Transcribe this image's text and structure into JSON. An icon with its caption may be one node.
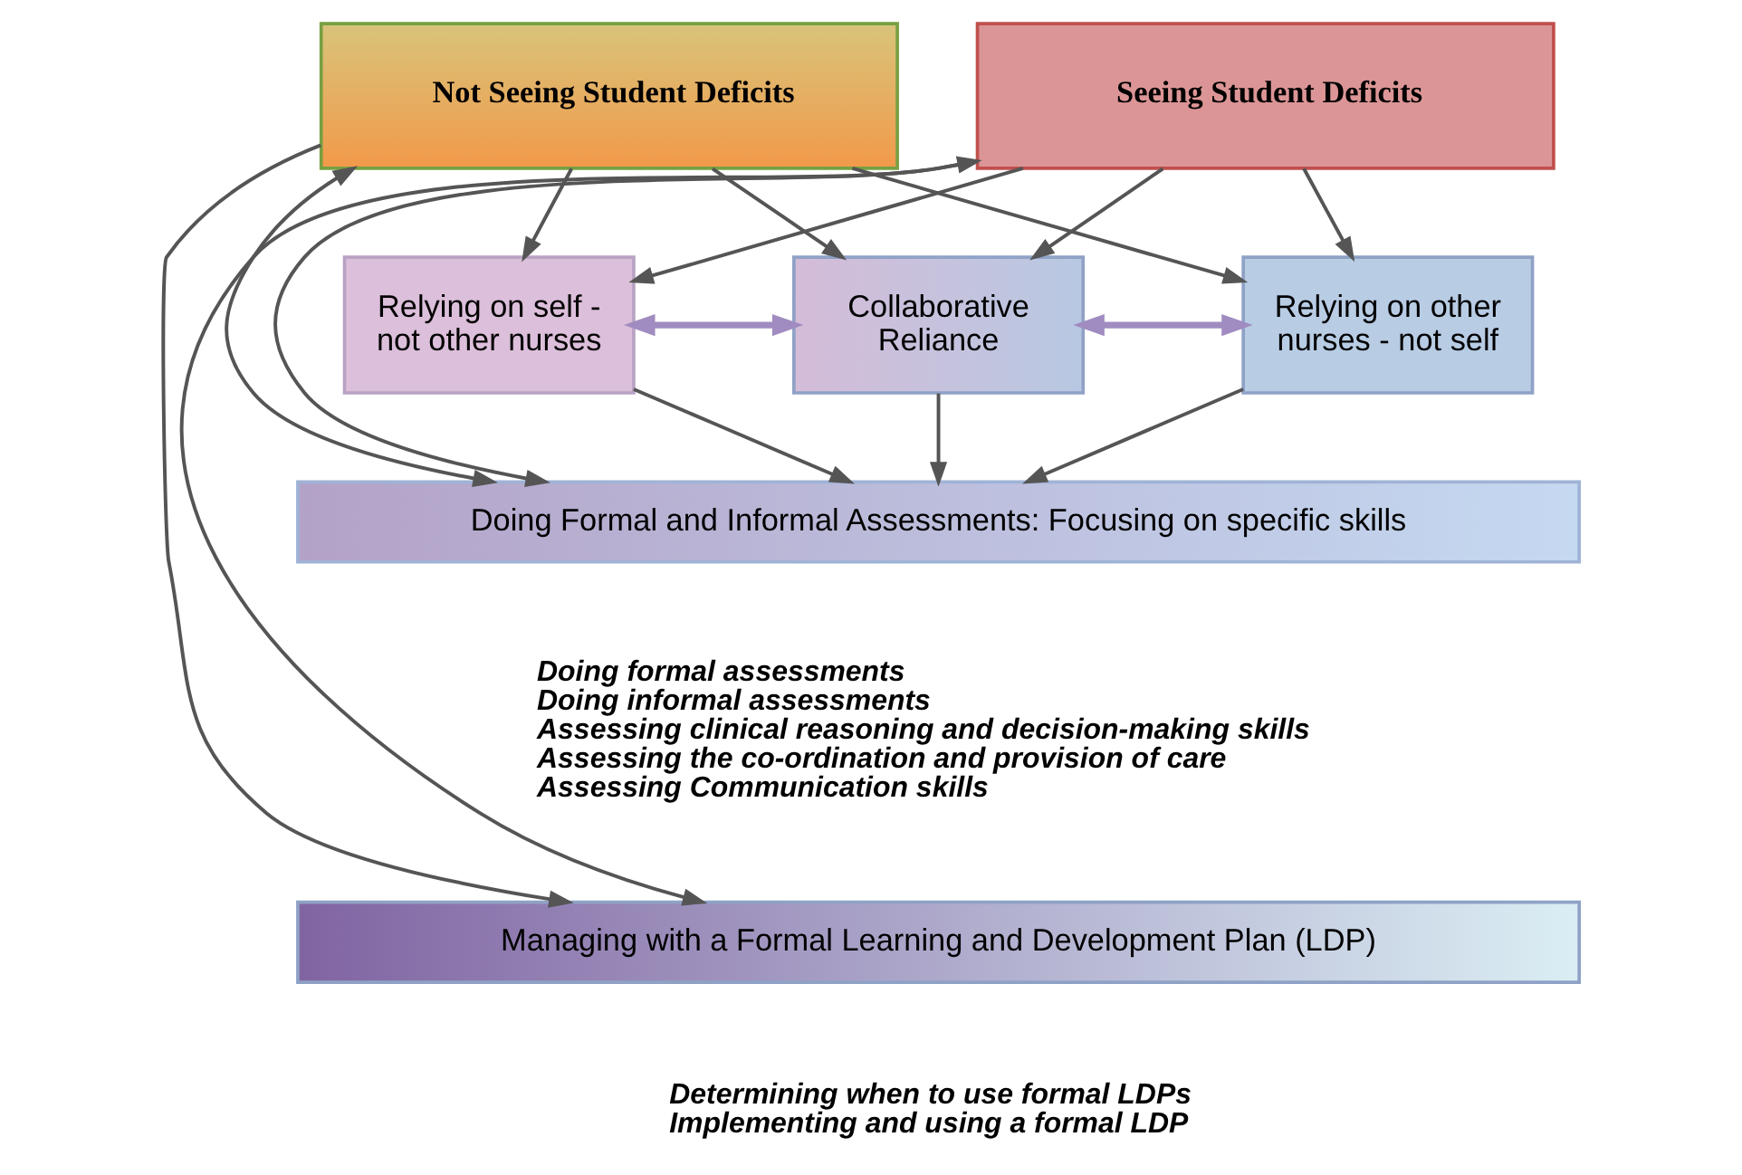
{
  "diagram": {
    "nodes": [
      {
        "text": [
          "Not Seeing Student Deficits"
        ]
      },
      {
        "text": [
          "Seeing Student Deficits"
        ]
      },
      {
        "text": [
          "Relying on self - not other nurses"
        ]
      },
      {
        "text": [
          "Collaborative Reliance"
        ]
      },
      {
        "text": [
          "Relying on other nurses - not self"
        ]
      },
      {
        "text": [
          "Doing Formal and Informal Assessments: Focusing on specific skills"
        ],
        "beside": [
          "Doing formal assessments",
          "Doing informal assessments",
          "Assessing clinical reasoning and decision-making skills",
          "Assessing the co-ordination and provision of care",
          "Assessing Communication skills"
        ]
      },
      {
        "text": [
          "Managing with a Formal Learning and Development Plan (LDP)"
        ],
        "beside": [
          "Determining when to use formal LDPs",
          "Implementing and using a formal LDP"
        ]
      }
    ],
    "edges": [
      {
        "from": 0,
        "to": 2,
        "arrow": "to"
      },
      {
        "from": 0,
        "to": 3,
        "arrow": "to"
      },
      {
        "from": 0,
        "to": 4,
        "arrow": "to"
      },
      {
        "from": 1,
        "to": 2,
        "arrow": "to"
      },
      {
        "from": 1,
        "to": 3,
        "arrow": "to"
      },
      {
        "from": 1,
        "to": 4,
        "arrow": "to"
      },
      {
        "from": 2,
        "to": 3,
        "arrow": "both",
        "style": "thick",
        "color": "#a08cc0"
      },
      {
        "from": 3,
        "to": 4,
        "arrow": "both",
        "style": "thick",
        "color": "#a08cc0"
      },
      {
        "from": 2,
        "to": 5,
        "arrow": "to"
      },
      {
        "from": 3,
        "to": 5,
        "arrow": "to"
      },
      {
        "from": 4,
        "to": 5,
        "arrow": "to"
      },
      {
        "from": 0,
        "to": 5,
        "arrow": "both"
      },
      {
        "from": 1,
        "to": 5,
        "arrow": "both"
      },
      {
        "from": 0,
        "to": 6,
        "arrow": "to"
      },
      {
        "from": 1,
        "to": 6,
        "arrow": "to"
      }
    ]
  }
}
